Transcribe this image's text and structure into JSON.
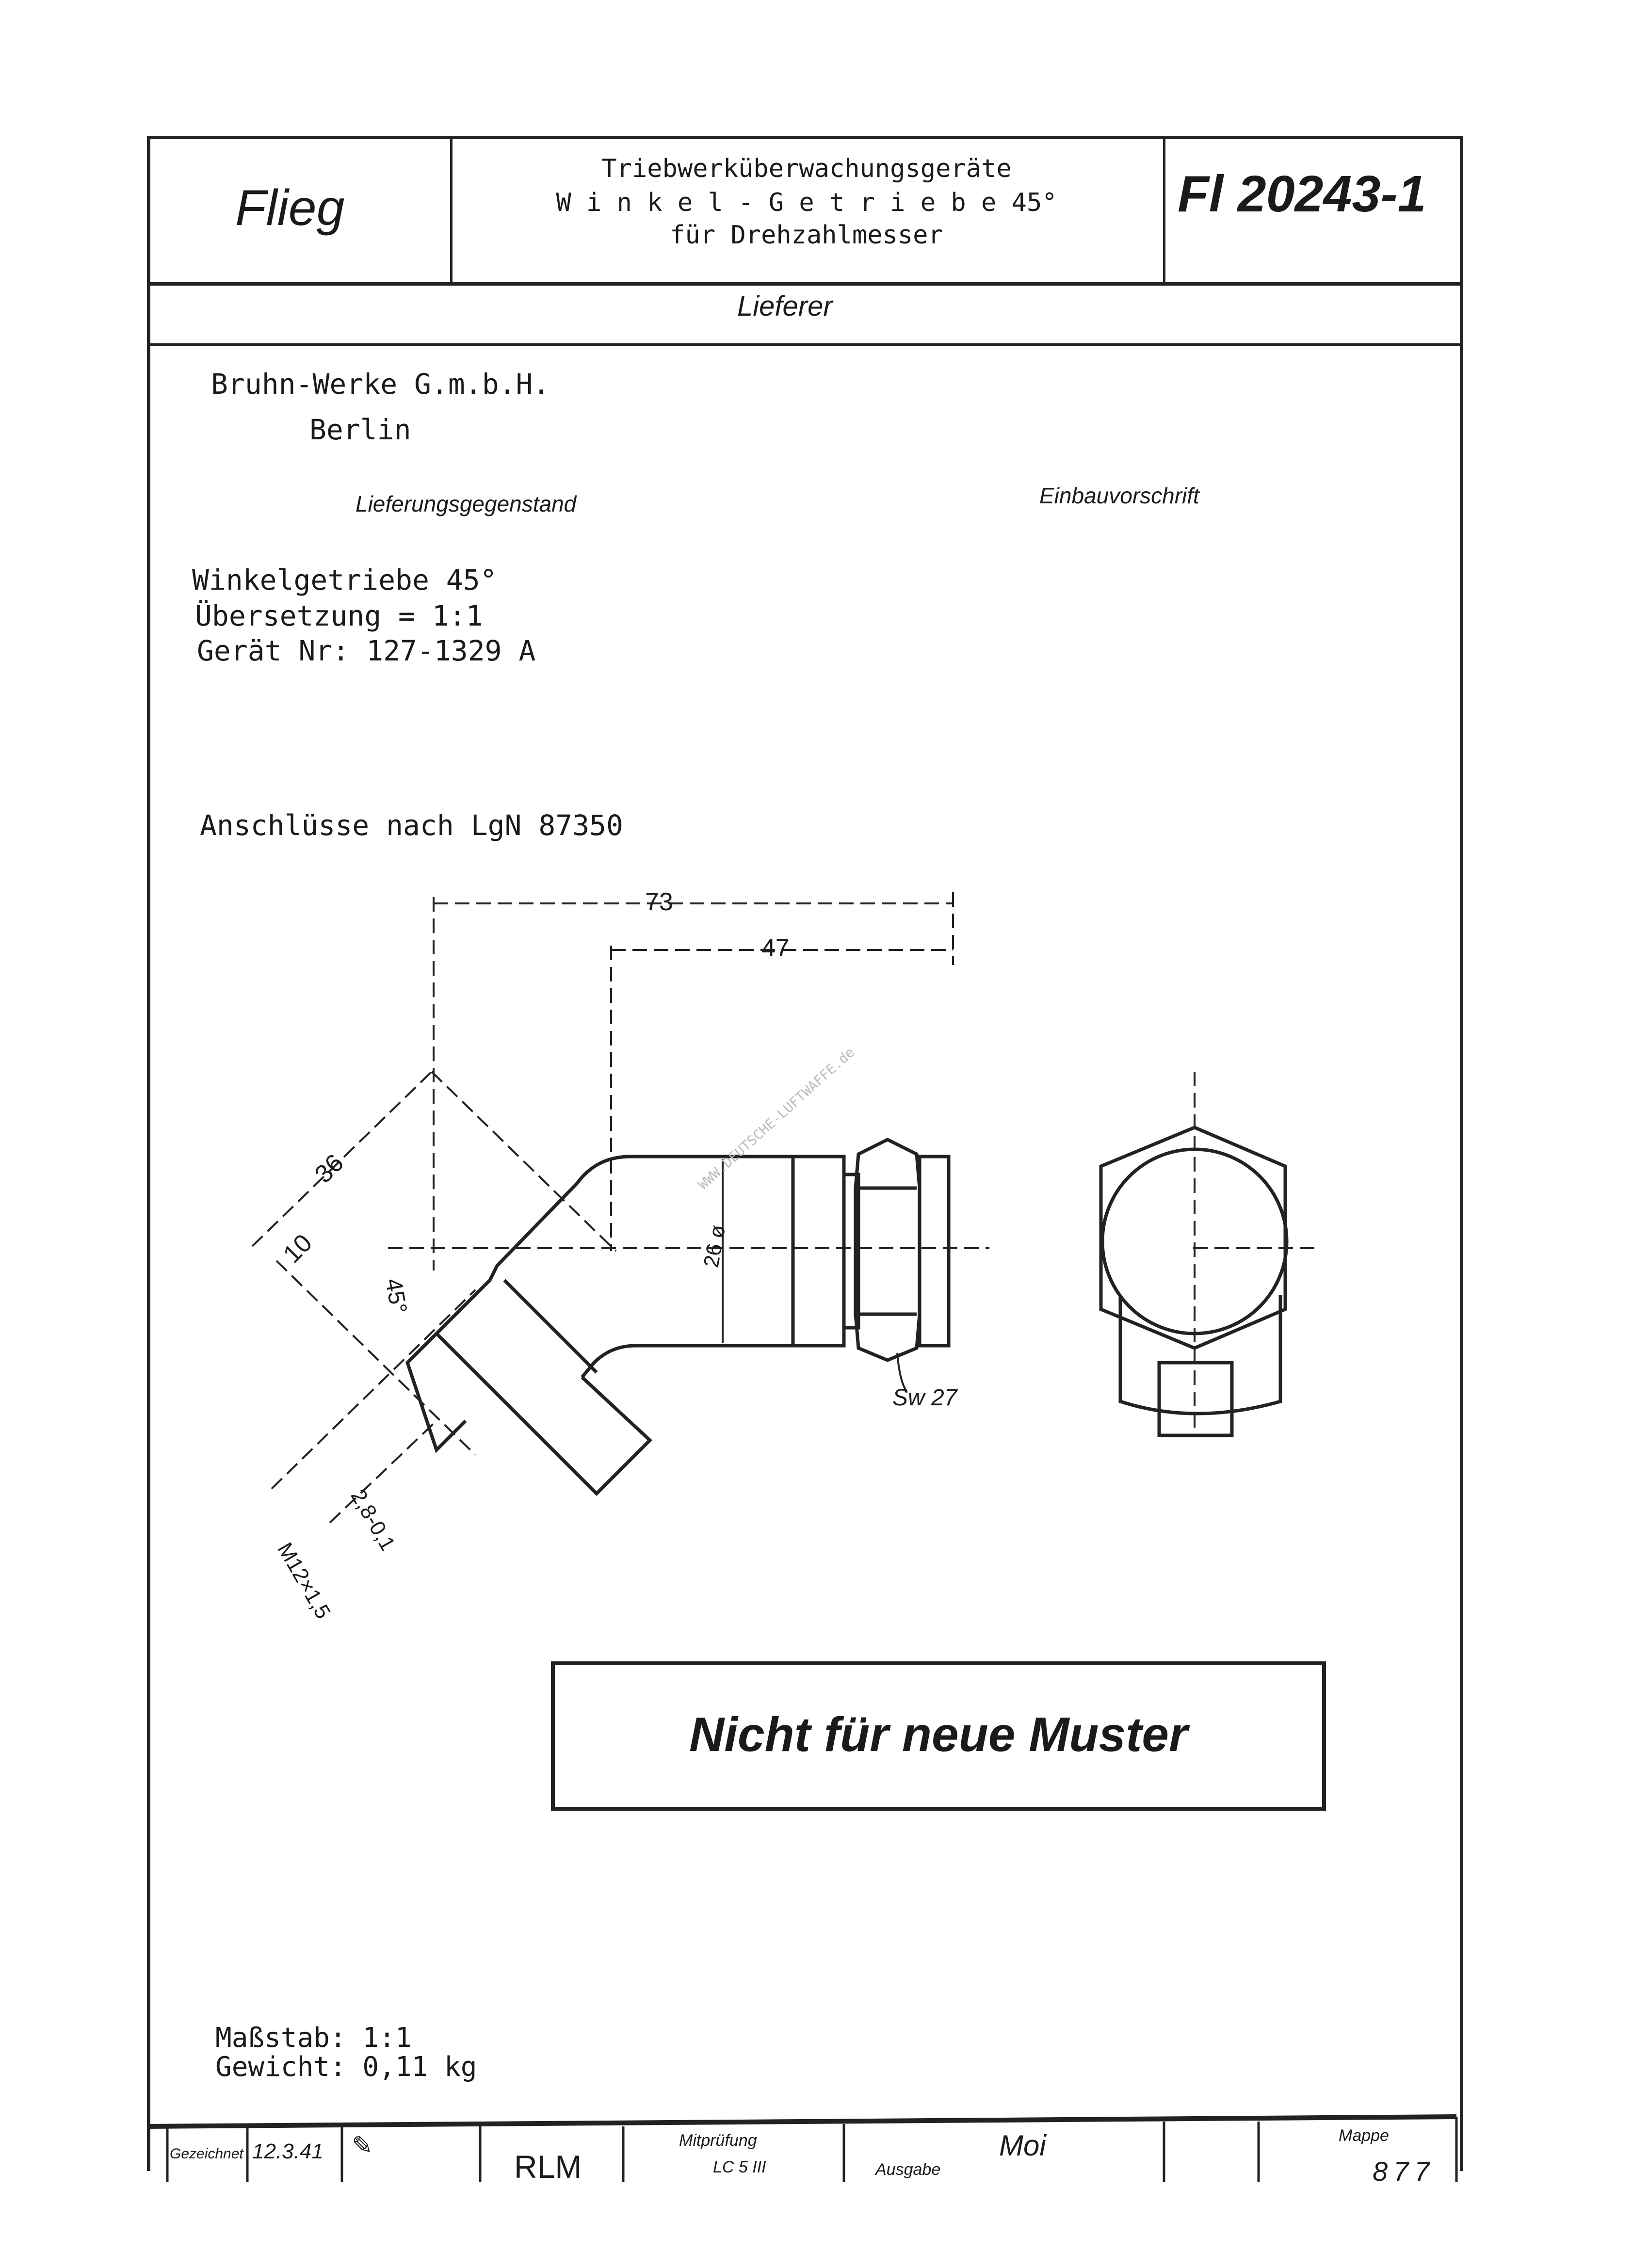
{
  "header": {
    "department": "Flieg",
    "title_line1": "Triebwerküberwachungsgeräte",
    "title_line2": "W i n k e l - G e t r i e b e 45°",
    "title_line3": "für Drehzahlmesser",
    "doc_number": "Fl 20243-1"
  },
  "supplier_section": {
    "label": "Lieferer",
    "company": "Bruhn-Werke G.m.b.H.",
    "city": "Berlin"
  },
  "columns": {
    "left_label": "Lieferungsgegenstand",
    "right_label": "Einbauvorschrift"
  },
  "item": {
    "name": "Winkelgetriebe 45°",
    "ratio": "Übersetzung = 1:1",
    "device_no": "Gerät Nr: 127-1329 A",
    "connections": "Anschlüsse nach LgN 87350"
  },
  "drawing": {
    "dim_73": "73",
    "dim_47": "47",
    "dim_36": "36",
    "dim_10": "10",
    "dim_angle": "45°",
    "dim_diameter": "26 ø",
    "dim_28": "2,8-0,1",
    "dim_thread": "M12×1,5",
    "wrench_size": "Sw 27",
    "watermark": "WWW.DEUTSCHE-LUFTWAFFE.de"
  },
  "stamp": "Nicht für neue Muster",
  "scale": "Maßstab: 1:1",
  "weight": "Gewicht: 0,11 kg",
  "footer": {
    "drawn_label": "Gezeichnet",
    "drawn_date": "12.3.41",
    "authority": "RLM",
    "cocheck_label": "Mitprüfung",
    "cocheck_value": "LC 5 III",
    "issue_label": "Ausgabe",
    "folder_label": "Mappe",
    "folder_value": "877"
  }
}
